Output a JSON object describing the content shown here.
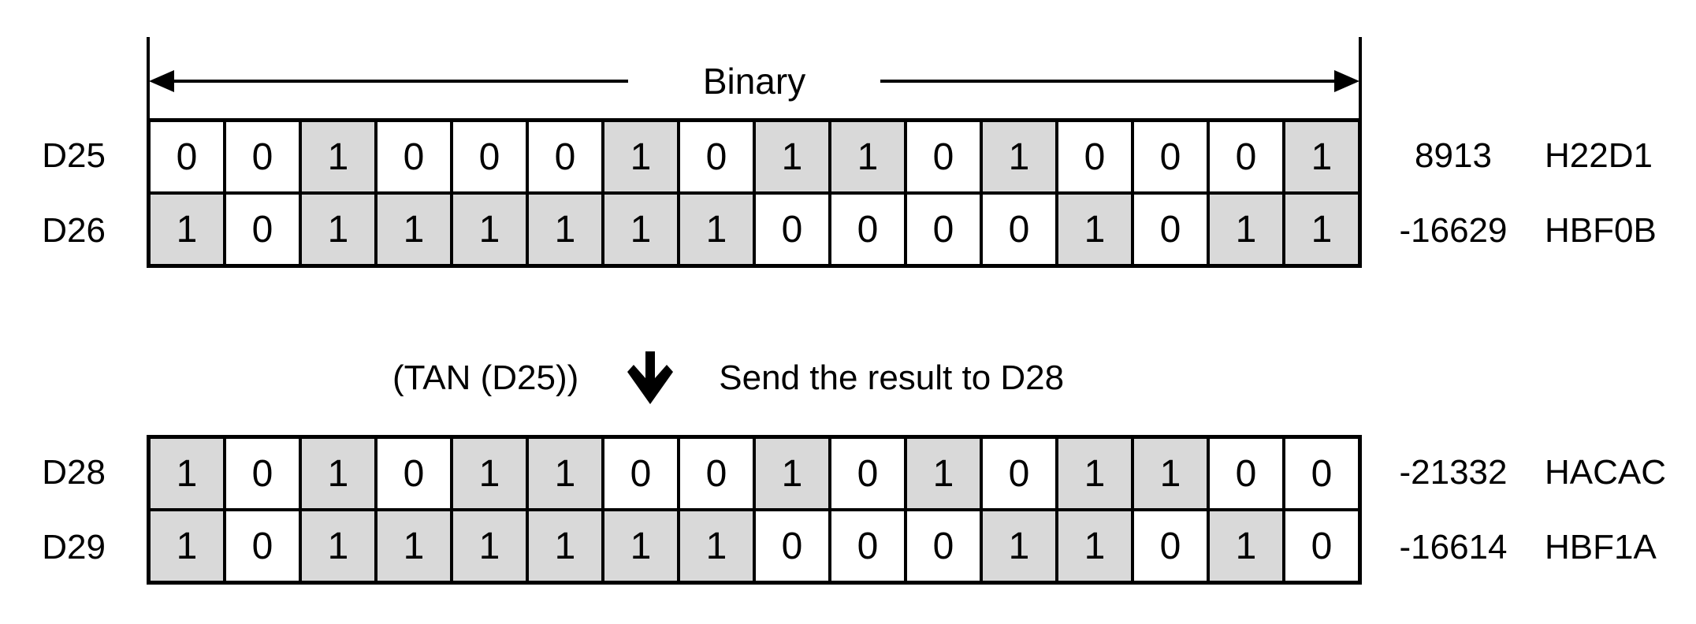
{
  "header": {
    "binary_label": "Binary"
  },
  "operation": {
    "expression": "(TAN (D25))",
    "description": "Send the result to D28"
  },
  "icons": {
    "down_arrow": "↓",
    "range_left_arrow": "←",
    "range_right_arrow": "→"
  },
  "colors": {
    "bit_on_fill": "#d9d9d9",
    "bit_off_fill": "#ffffff",
    "line": "#000000",
    "background": "#ffffff"
  },
  "tables": [
    {
      "name": "source-registers",
      "rows": [
        {
          "register": "D25",
          "bits": [
            0,
            0,
            1,
            0,
            0,
            0,
            1,
            0,
            1,
            1,
            0,
            1,
            0,
            0,
            0,
            1
          ],
          "decimal": "8913",
          "hex": "H22D1"
        },
        {
          "register": "D26",
          "bits": [
            1,
            0,
            1,
            1,
            1,
            1,
            1,
            1,
            0,
            0,
            0,
            0,
            1,
            0,
            1,
            1
          ],
          "decimal": "-16629",
          "hex": "HBF0B"
        }
      ]
    },
    {
      "name": "result-registers",
      "rows": [
        {
          "register": "D28",
          "bits": [
            1,
            0,
            1,
            0,
            1,
            1,
            0,
            0,
            1,
            0,
            1,
            0,
            1,
            1,
            0,
            0
          ],
          "decimal": "-21332",
          "hex": "HACAC"
        },
        {
          "register": "D29",
          "bits": [
            1,
            0,
            1,
            1,
            1,
            1,
            1,
            1,
            0,
            0,
            0,
            1,
            1,
            0,
            1,
            0
          ],
          "decimal": "-16614",
          "hex": "HBF1A"
        }
      ]
    }
  ]
}
